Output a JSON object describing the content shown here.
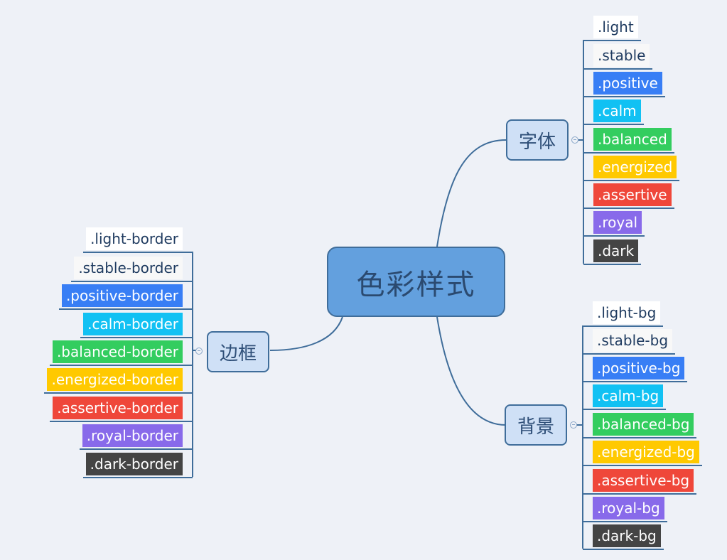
{
  "root": {
    "label": "色彩样式"
  },
  "branches": {
    "font": {
      "label": "字体",
      "items": [
        {
          "label": ".light",
          "bg": "#ffffff",
          "fg": "#1e3a5f"
        },
        {
          "label": ".stable",
          "bg": "#f8f8f8",
          "fg": "#1e3a5f"
        },
        {
          "label": ".positive",
          "bg": "#387ef5",
          "fg": "#ffffff"
        },
        {
          "label": ".calm",
          "bg": "#11c1f3",
          "fg": "#ffffff"
        },
        {
          "label": ".balanced",
          "bg": "#33cd5f",
          "fg": "#ffffff"
        },
        {
          "label": ".energized",
          "bg": "#ffc900",
          "fg": "#ffffff"
        },
        {
          "label": ".assertive",
          "bg": "#ef473a",
          "fg": "#ffffff"
        },
        {
          "label": ".royal",
          "bg": "#886aea",
          "fg": "#ffffff"
        },
        {
          "label": ".dark",
          "bg": "#444444",
          "fg": "#ffffff"
        }
      ]
    },
    "bg": {
      "label": "背景",
      "items": [
        {
          "label": ".light-bg",
          "bg": "#ffffff",
          "fg": "#1e3a5f"
        },
        {
          "label": ".stable-bg",
          "bg": "#f8f8f8",
          "fg": "#1e3a5f"
        },
        {
          "label": ".positive-bg",
          "bg": "#387ef5",
          "fg": "#ffffff"
        },
        {
          "label": ".calm-bg",
          "bg": "#11c1f3",
          "fg": "#ffffff"
        },
        {
          "label": ".balanced-bg",
          "bg": "#33cd5f",
          "fg": "#ffffff"
        },
        {
          "label": ".energized-bg",
          "bg": "#ffc900",
          "fg": "#ffffff"
        },
        {
          "label": ".assertive-bg",
          "bg": "#ef473a",
          "fg": "#ffffff"
        },
        {
          "label": ".royal-bg",
          "bg": "#886aea",
          "fg": "#ffffff"
        },
        {
          "label": ".dark-bg",
          "bg": "#444444",
          "fg": "#ffffff"
        }
      ]
    },
    "border": {
      "label": "边框",
      "items": [
        {
          "label": ".light-border",
          "bg": "#ffffff",
          "fg": "#1e3a5f"
        },
        {
          "label": ".stable-border",
          "bg": "#f8f8f8",
          "fg": "#1e3a5f"
        },
        {
          "label": ".positive-border",
          "bg": "#387ef5",
          "fg": "#ffffff"
        },
        {
          "label": ".calm-border",
          "bg": "#11c1f3",
          "fg": "#ffffff"
        },
        {
          "label": ".balanced-border",
          "bg": "#33cd5f",
          "fg": "#ffffff"
        },
        {
          "label": ".energized-border",
          "bg": "#ffc900",
          "fg": "#ffffff"
        },
        {
          "label": ".assertive-border",
          "bg": "#ef473a",
          "fg": "#ffffff"
        },
        {
          "label": ".royal-border",
          "bg": "#886aea",
          "fg": "#ffffff"
        },
        {
          "label": ".dark-border",
          "bg": "#444444",
          "fg": "#ffffff"
        }
      ]
    }
  },
  "colors": {
    "connector": "#3f6d9a",
    "background": "#eef1f7",
    "root_fill": "#63a0de",
    "topic_fill": "#cfe0f6"
  }
}
